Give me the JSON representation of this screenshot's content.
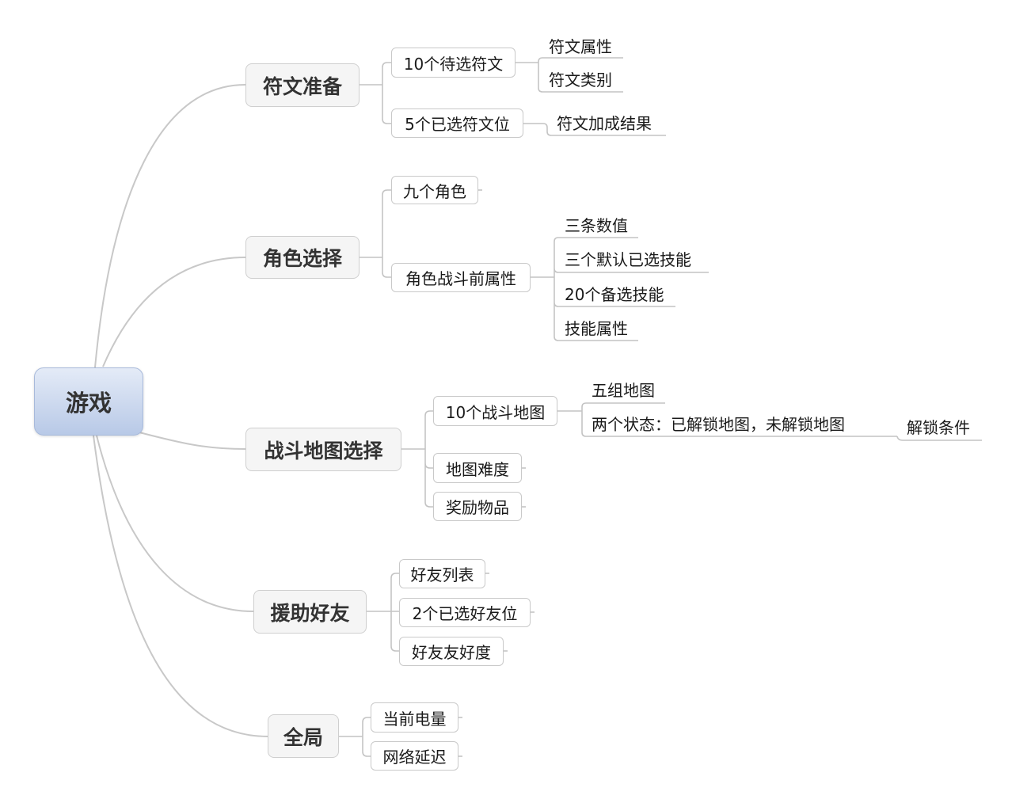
{
  "root": {
    "label": "游戏"
  },
  "branches": [
    {
      "label": "符文准备",
      "children": [
        {
          "label": "10个待选符文",
          "children": [
            {
              "label": "符文属性"
            },
            {
              "label": "符文类别"
            }
          ]
        },
        {
          "label": "5个已选符文位",
          "children": [
            {
              "label": "符文加成结果"
            }
          ]
        }
      ]
    },
    {
      "label": "角色选择",
      "children": [
        {
          "label": "九个角色"
        },
        {
          "label": "角色战斗前属性",
          "children": [
            {
              "label": "三条数值"
            },
            {
              "label": "三个默认已选技能"
            },
            {
              "label": "20个备选技能"
            },
            {
              "label": "技能属性"
            }
          ]
        }
      ]
    },
    {
      "label": "战斗地图选择",
      "children": [
        {
          "label": "10个战斗地图",
          "children": [
            {
              "label": "五组地图"
            },
            {
              "label": "两个状态：已解锁地图，未解锁地图",
              "children": [
                {
                  "label": "解锁条件"
                }
              ]
            }
          ]
        },
        {
          "label": "地图难度"
        },
        {
          "label": "奖励物品"
        }
      ]
    },
    {
      "label": "援助好友",
      "children": [
        {
          "label": "好友列表"
        },
        {
          "label": "2个已选好友位"
        },
        {
          "label": "好友友好度"
        }
      ]
    },
    {
      "label": "全局",
      "children": [
        {
          "label": "当前电量"
        },
        {
          "label": "网络延迟"
        }
      ]
    }
  ]
}
